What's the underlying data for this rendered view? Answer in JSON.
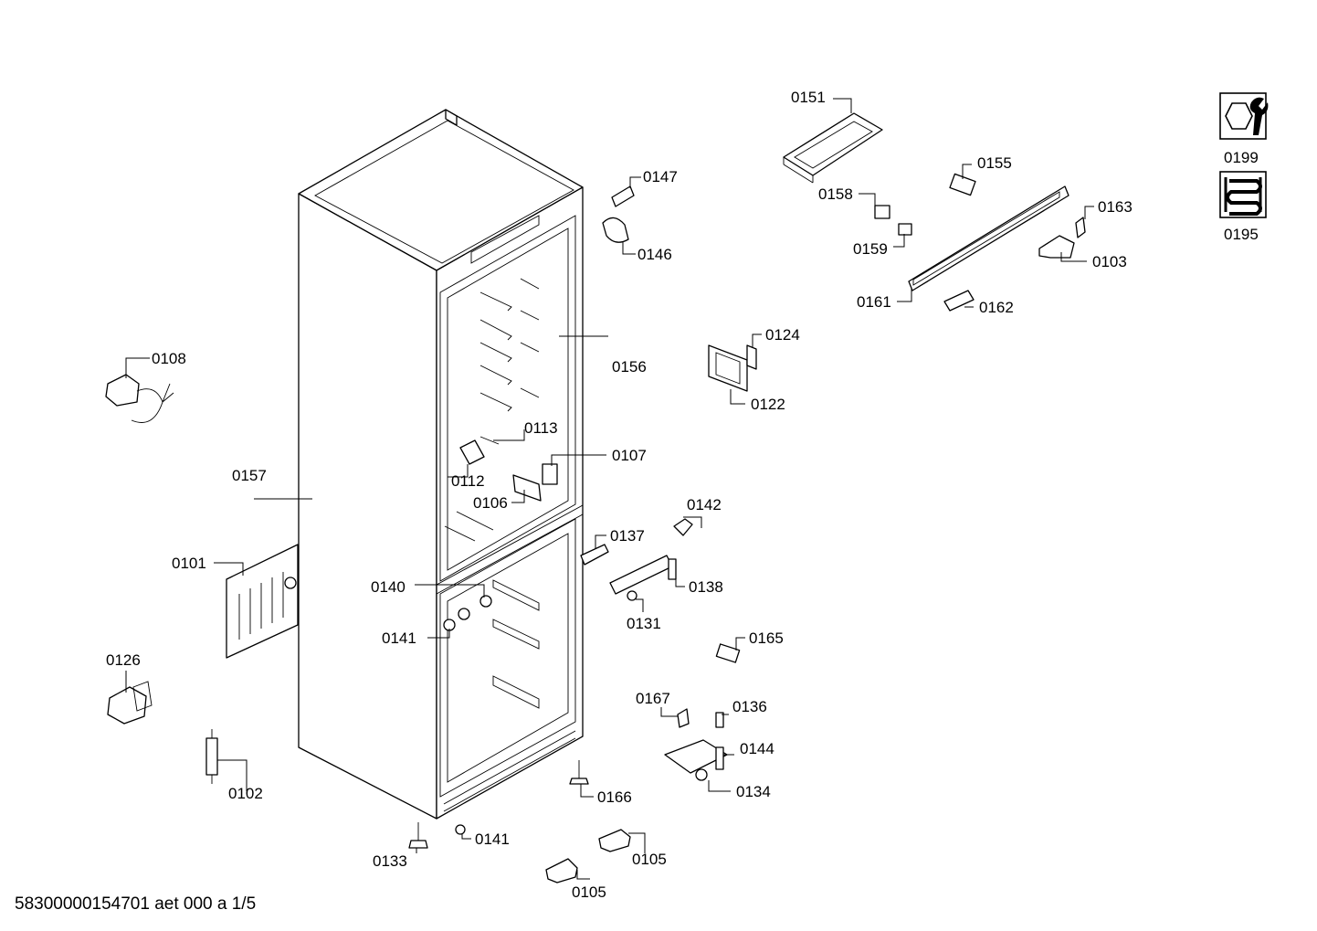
{
  "diagram": {
    "footer_code": "58300000154701 aet 000 a 1/5",
    "labels": {
      "l0151": "0151",
      "l0155": "0155",
      "l0158": "0158",
      "l0159": "0159",
      "l0161": "0161",
      "l0162": "0162",
      "l0163": "0163",
      "l0103": "0103",
      "l0147": "0147",
      "l0146": "0146",
      "l0156": "0156",
      "l0124": "0124",
      "l0122": "0122",
      "l0108": "0108",
      "l0113": "0113",
      "l0107": "0107",
      "l0112": "0112",
      "l0106": "0106",
      "l0157": "0157",
      "l0142": "0142",
      "l0137": "0137",
      "l0138": "0138",
      "l0131": "0131",
      "l0101": "0101",
      "l0140": "0140",
      "l0141a": "0141",
      "l0165": "0165",
      "l0126": "0126",
      "l0167": "0167",
      "l0136": "0136",
      "l0144": "0144",
      "l0134": "0134",
      "l0102": "0102",
      "l0166": "0166",
      "l0133": "0133",
      "l0141b": "0141",
      "l0105a": "0105",
      "l0105b": "0105",
      "l0199": "0199",
      "l0195": "0195"
    },
    "icons": [
      "wrench-nut-icon",
      "heating-coil-icon"
    ]
  }
}
